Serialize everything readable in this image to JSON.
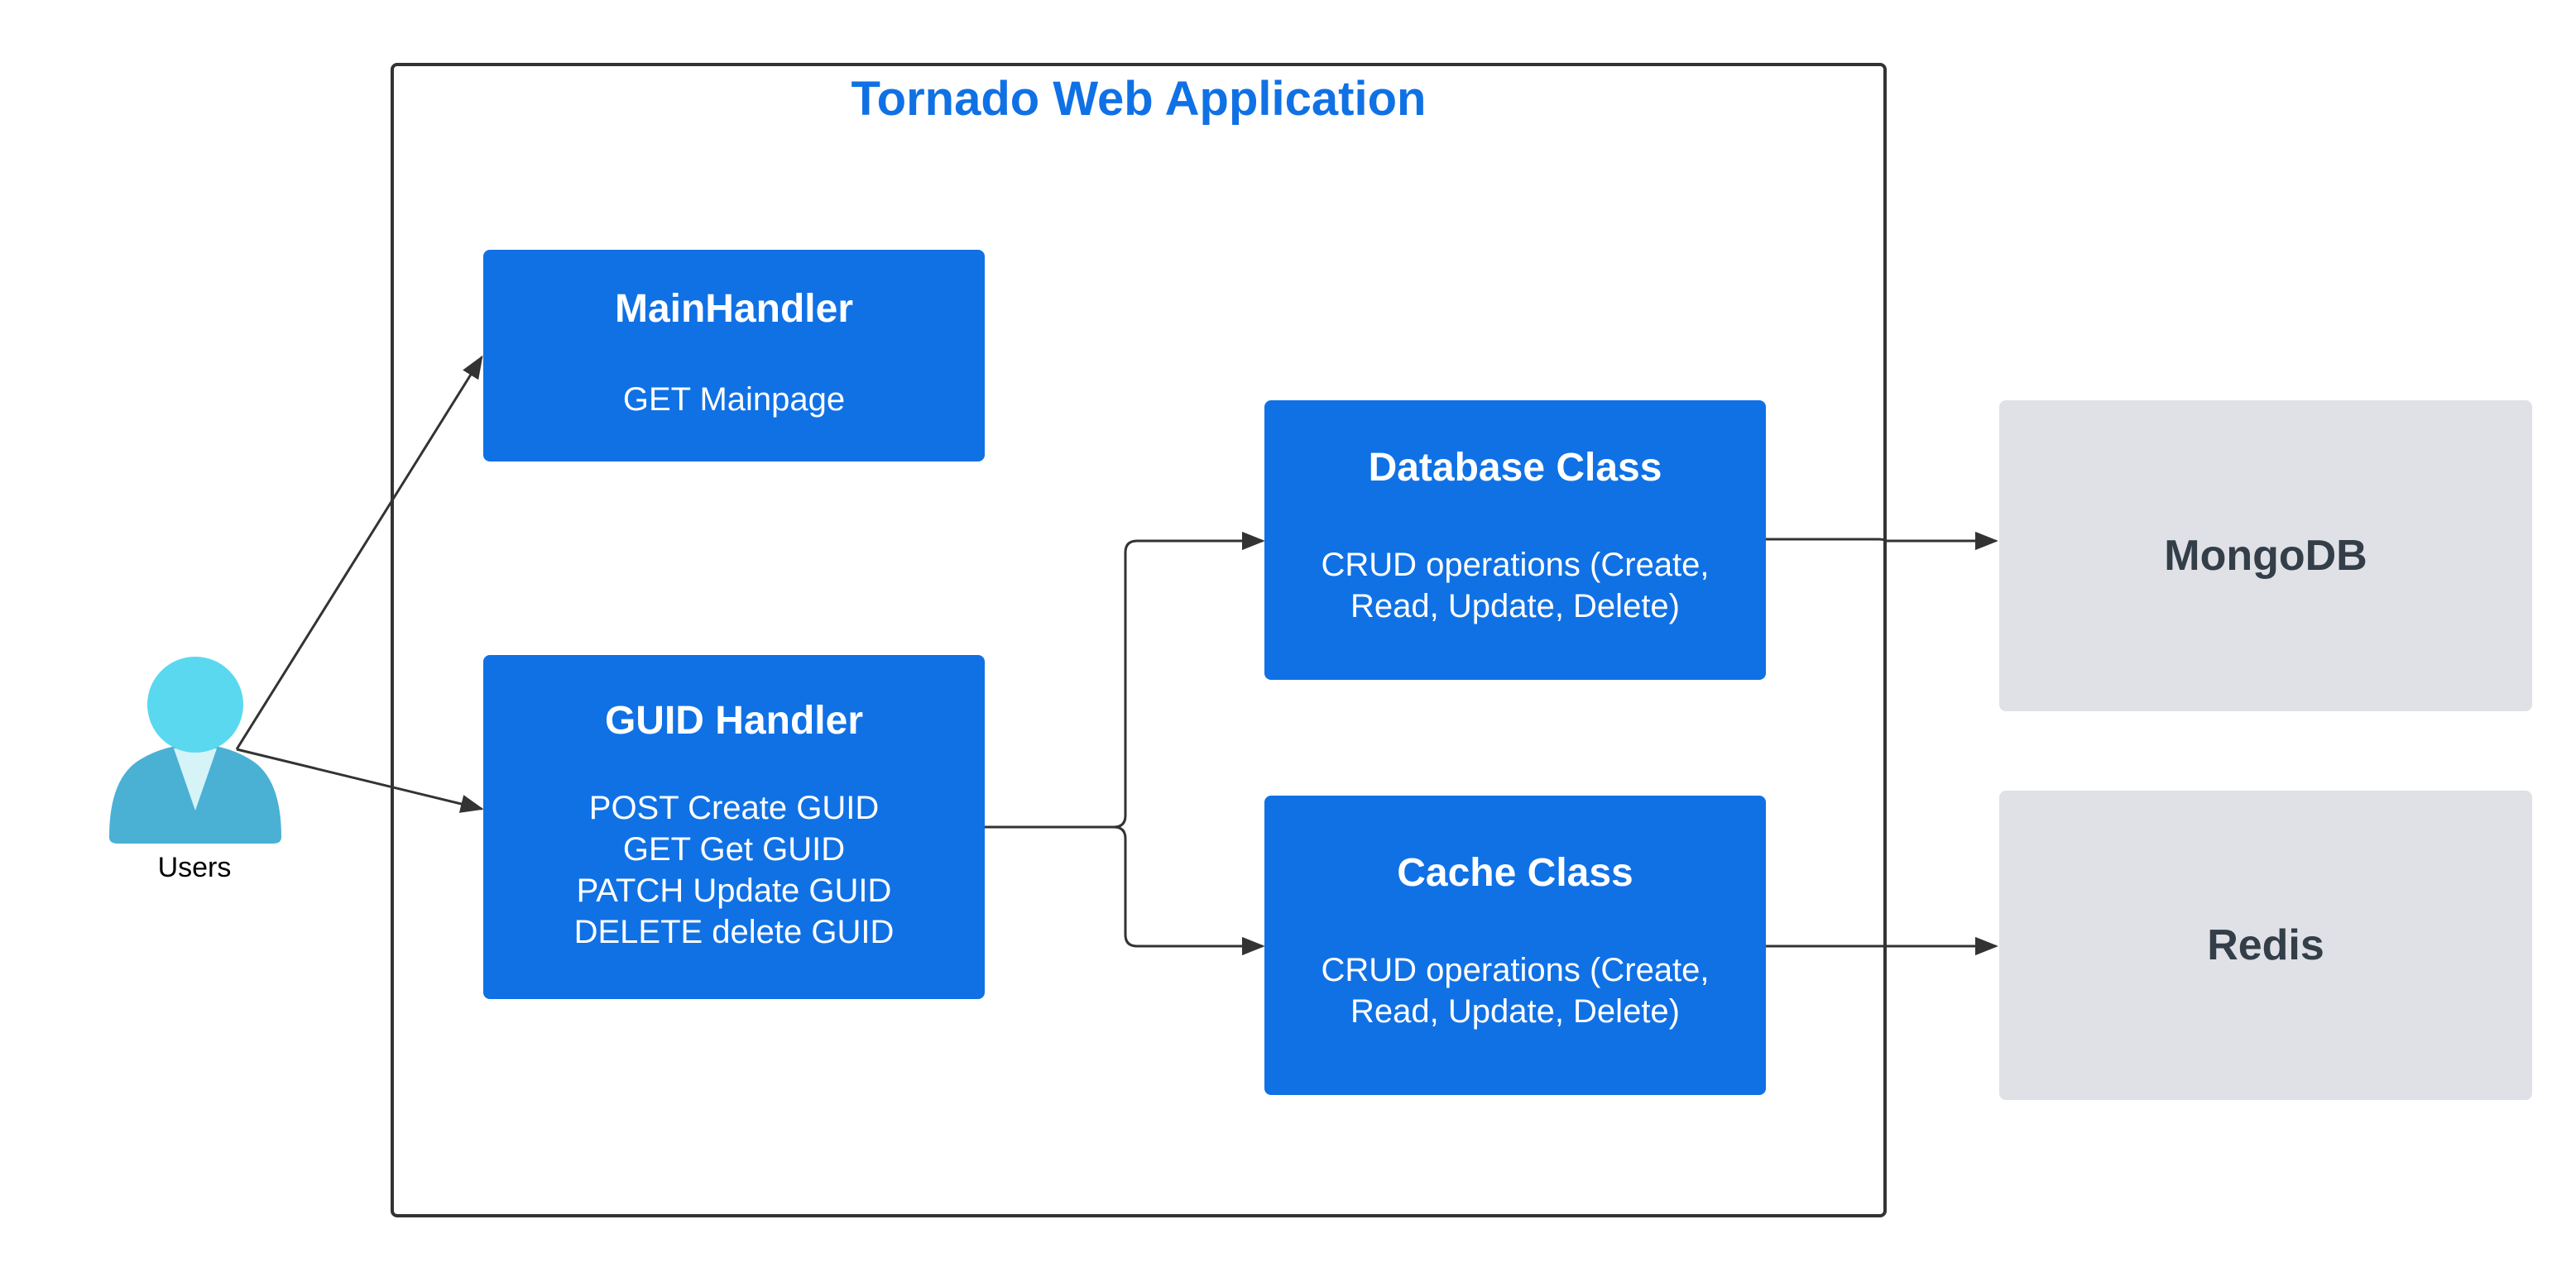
{
  "app": {
    "title": "Tornado Web Application"
  },
  "actor": {
    "label": "Users",
    "icon": "user-icon"
  },
  "handlers": {
    "main": {
      "title": "MainHandler",
      "lines": [
        "GET Mainpage"
      ]
    },
    "guid": {
      "title": "GUID Handler",
      "lines": [
        "POST Create GUID",
        "GET Get GUID",
        "PATCH Update GUID",
        "DELETE delete GUID"
      ]
    }
  },
  "classes": {
    "database": {
      "title": "Database Class",
      "lines": [
        "CRUD operations (Create,",
        "Read, Update, Delete)"
      ]
    },
    "cache": {
      "title": "Cache Class",
      "lines": [
        "CRUD operations (Create,",
        "Read, Update, Delete)"
      ]
    }
  },
  "external": {
    "mongodb": "MongoDB",
    "redis": "Redis"
  },
  "colors": {
    "accent": "#1071e5",
    "external_bg": "#dfe1e6",
    "external_text": "#333e48",
    "line": "#333333",
    "user_head": "#5ad8f0",
    "user_body": "#4ab1d4"
  }
}
